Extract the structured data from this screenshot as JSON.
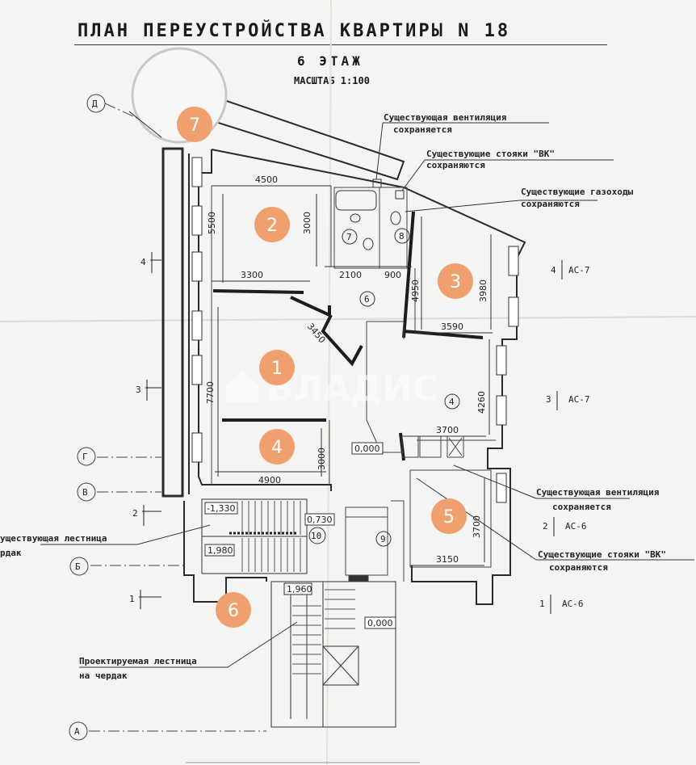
{
  "header": {
    "title": "ПЛАН ПЕРЕУСТРОЙСТВА КВАРТИРЫ N 18",
    "floor": "6 ЭТАЖ",
    "scale": "МАСШТАБ   1:100"
  },
  "axes": {
    "d": "Д",
    "g": "Г",
    "v": "В",
    "b": "Б",
    "a": "А"
  },
  "sections_left": [
    "4",
    "3",
    "2",
    "1"
  ],
  "sections_right": [
    {
      "num": "4",
      "label": "АС-7"
    },
    {
      "num": "3",
      "label": "АС-7"
    },
    {
      "num": "2",
      "label": "АС-6"
    },
    {
      "num": "1",
      "label": "АС-6"
    }
  ],
  "annotations": {
    "vent_top_1": "Существующая вентиляция",
    "vent_top_2": "сохраняется",
    "vk_top_1": "Существующие стояки \"ВК\"",
    "vk_top_2": "сохраняются",
    "gas_1": "Существующие газоходы",
    "gas_2": "сохраняются",
    "vent_bot_1": "Существующая вентиляция",
    "vent_bot_2": "сохраняется",
    "vk_bot_1": "Существующие стояки \"ВК\"",
    "vk_bot_2": "сохраняются",
    "stair_exist_1": "уществующая лестница",
    "stair_exist_2": "рдак",
    "stair_new_1": "Проектируемая лестница",
    "stair_new_2": "на чердак"
  },
  "dimensions": {
    "d4500": "4500",
    "d5500": "5500",
    "d3000a": "3000",
    "d3300": "3300",
    "d2100": "2100",
    "d900": "900",
    "d4950": "4950",
    "d3980": "3980",
    "d3450": "3450",
    "d3590": "3590",
    "d7700": "7700",
    "d4260": "4260",
    "d3700a": "3700",
    "d3000b": "3000",
    "d4900": "4900",
    "d3700b": "3700",
    "d3150": "3150"
  },
  "levels": {
    "l1": "-1,330",
    "l2": "1,980",
    "l3": "0,730",
    "l4": "0,000",
    "l5": "1,960",
    "l6": "0,000"
  },
  "room_numbers": {
    "r6": "6",
    "r7": "7",
    "r8": "8",
    "r4": "4",
    "r9": "9",
    "r10": "10"
  },
  "badges": [
    "1",
    "2",
    "3",
    "4",
    "5",
    "6",
    "7"
  ],
  "watermark": "ВЛАДИС",
  "colors": {
    "badge": "#f0a06e",
    "wall": "#2a2a2a",
    "paper": "#f4f4f2"
  }
}
